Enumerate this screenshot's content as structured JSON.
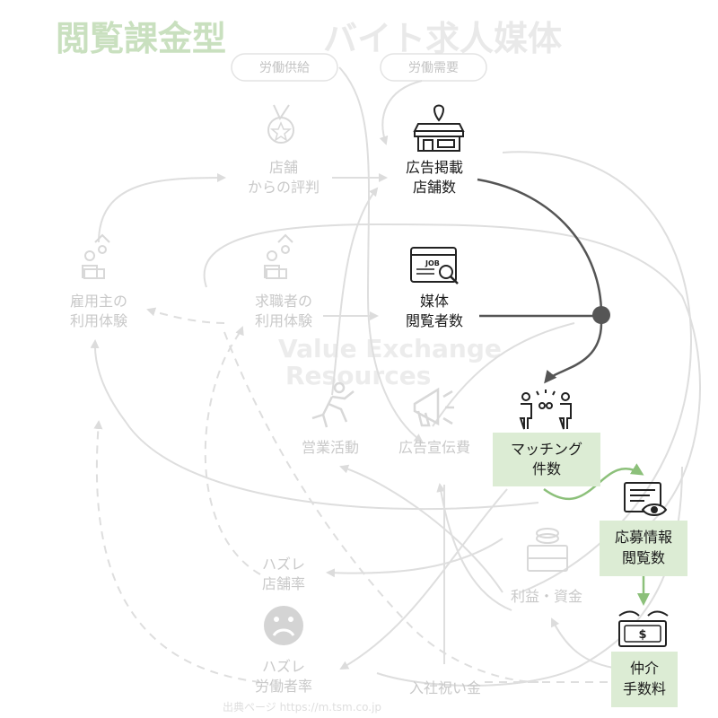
{
  "title": {
    "highlight": "閲覧課金型",
    "rest": "バイト求人媒体"
  },
  "pills": {
    "supply": "労働供給",
    "demand": "労働需要"
  },
  "watermark": {
    "line1": "Value Exchange",
    "line2": "Resources"
  },
  "credit": "出典ページ https://m.tsm.co.jp",
  "nodes": {
    "store_rating": [
      "店舗",
      "からの評判"
    ],
    "store_listings": [
      "広告掲載",
      "店舗数"
    ],
    "employer_experience": [
      "雇用主の",
      "利用体験"
    ],
    "jobseeker_experience": [
      "求職者の",
      "利用体験"
    ],
    "media_viewers": [
      "媒体",
      "閲覧者数"
    ],
    "sales_activity": "営業活動",
    "ad_spend": "広告宣伝費",
    "matching_count": [
      "マッチング",
      "件数"
    ],
    "application_views": [
      "応募情報",
      "閲覧数"
    ],
    "miss_store_rate": [
      "ハズレ",
      "店舗率"
    ],
    "profit_capital": "利益・資金",
    "miss_worker_rate": [
      "ハズレ",
      "労働者率"
    ],
    "joining_bonus": "入社祝い金",
    "brokerage_fee": [
      "仲介",
      "手数料"
    ]
  },
  "icons": {
    "job_icon_text": "JOB",
    "dollar": "$"
  },
  "colors": {
    "highlight_box": "#dcecd4",
    "green_arrow": "#8cc07a",
    "dark_arrow": "#555555",
    "faded": "#dedede"
  }
}
